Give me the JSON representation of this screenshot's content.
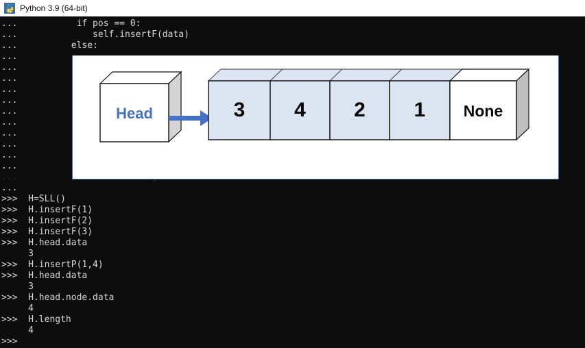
{
  "window": {
    "title": "Python 3.9 (64-bit)",
    "logo_icon": "python-logo-icon",
    "titlebar_bg": "#ffffff",
    "console_bg": "#0d0d0d",
    "console_fg": "#d8d8d8"
  },
  "console": {
    "code_lines": [
      {
        "prompt": "...",
        "text": "if pos == 0:",
        "indent": 10
      },
      {
        "prompt": "...",
        "text": "self.insertF(data)",
        "indent": 13
      },
      {
        "prompt": "...",
        "text": "else:",
        "indent": 9
      },
      {
        "prompt": "...",
        "text": "",
        "indent": 0
      },
      {
        "prompt": "...",
        "text": "",
        "indent": 0
      },
      {
        "prompt": "...",
        "text": "",
        "indent": 0
      },
      {
        "prompt": "...",
        "text": "",
        "indent": 0
      },
      {
        "prompt": "...",
        "text": "",
        "indent": 0
      },
      {
        "prompt": "...",
        "text": "",
        "indent": 0
      },
      {
        "prompt": "...",
        "text": "",
        "indent": 0
      },
      {
        "prompt": "...",
        "text": "",
        "indent": 0
      },
      {
        "prompt": "...",
        "text": "",
        "indent": 0
      },
      {
        "prompt": "...",
        "text": "",
        "indent": 0
      },
      {
        "prompt": "...",
        "text": "",
        "indent": 0
      },
      {
        "prompt": "...",
        "text": "self.length + 1",
        "indent": 16,
        "dim": true
      },
      {
        "prompt": "...",
        "text": "",
        "indent": 0
      }
    ],
    "repl_lines": [
      {
        "prompt": ">>>",
        "text": "H=SLL()"
      },
      {
        "prompt": ">>>",
        "text": "H.insertF(1)"
      },
      {
        "prompt": ">>>",
        "text": "H.insertF(2)"
      },
      {
        "prompt": ">>>",
        "text": "H.insertF(3)"
      },
      {
        "prompt": ">>>",
        "text": "H.head.data"
      },
      {
        "prompt": "",
        "text": "3"
      },
      {
        "prompt": ">>>",
        "text": "H.insertP(1,4)"
      },
      {
        "prompt": ">>>",
        "text": "H.head.data"
      },
      {
        "prompt": "",
        "text": "3"
      },
      {
        "prompt": ">>>",
        "text": "H.head.node.data"
      },
      {
        "prompt": "",
        "text": "4"
      },
      {
        "prompt": ">>>",
        "text": "H.length"
      },
      {
        "prompt": "",
        "text": "4"
      },
      {
        "prompt": ">>>",
        "text": ""
      }
    ]
  },
  "overlay": {
    "border_color": "#3f6fbf",
    "background": "#ffffff",
    "diagram": {
      "title": "singly-linked-list-diagram",
      "arrow_color": "#4472c4",
      "head": {
        "label": "Head",
        "label_color": "#4472c4",
        "face_color": "#ffffff",
        "side_color": "#d4d4d4"
      },
      "nodes": [
        {
          "label": "3",
          "face_color": "#dbe5f1",
          "type": "data"
        },
        {
          "label": "4",
          "face_color": "#dbe5f1",
          "type": "data"
        },
        {
          "label": "2",
          "face_color": "#dbe5f1",
          "type": "data"
        },
        {
          "label": "1",
          "face_color": "#dbe5f1",
          "type": "data"
        },
        {
          "label": "None",
          "face_color": "#ffffff",
          "type": "terminator"
        }
      ]
    }
  }
}
